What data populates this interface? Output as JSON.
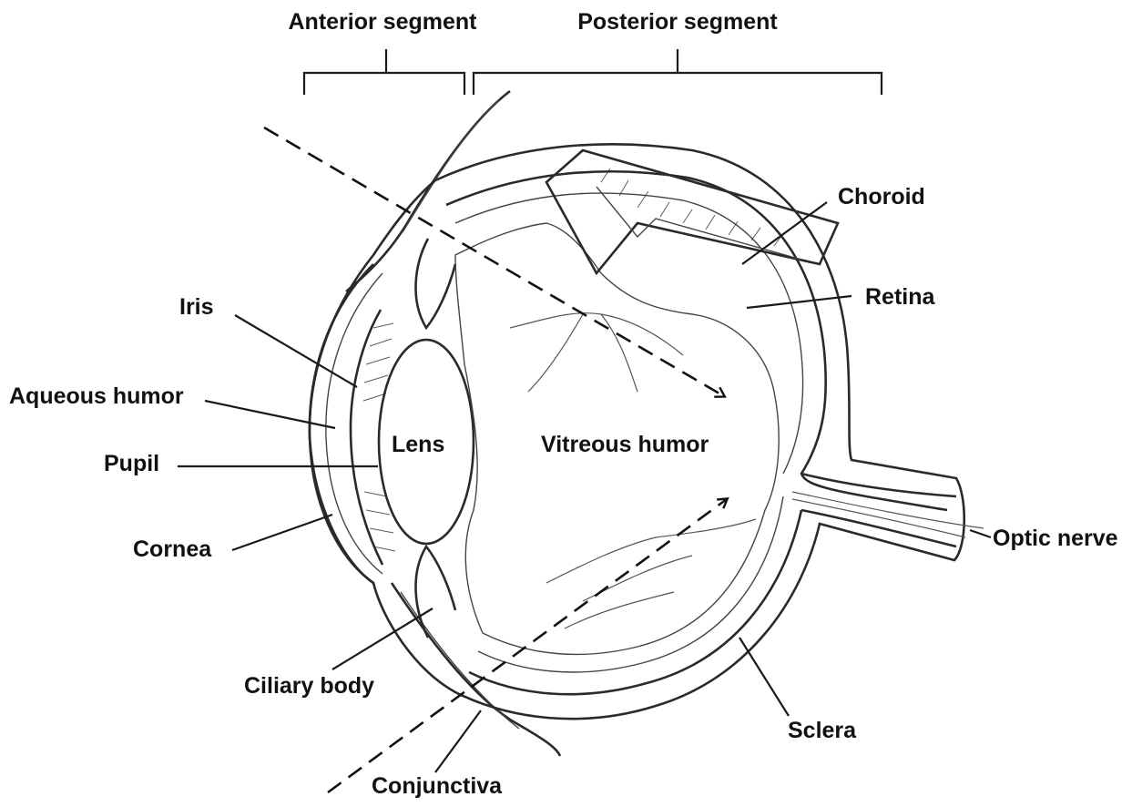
{
  "labels": {
    "anterior_segment": "Anterior segment",
    "posterior_segment": "Posterior segment",
    "choroid": "Choroid",
    "retina": "Retina",
    "iris": "Iris",
    "aqueous_humor": "Aqueous humor",
    "pupil": "Pupil",
    "lens": "Lens",
    "vitreous_humor": "Vitreous humor",
    "cornea": "Cornea",
    "optic_nerve": "Optic nerve",
    "ciliary_body": "Ciliary body",
    "sclera": "Sclera",
    "conjunctiva": "Conjunctiva"
  },
  "colors": {
    "line": "#1a1a1a",
    "text": "#111111",
    "background": "#ffffff"
  }
}
